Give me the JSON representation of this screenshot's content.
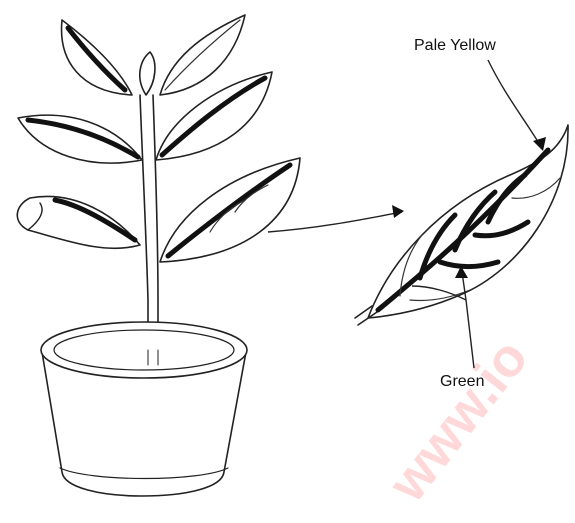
{
  "diagram": {
    "labels": {
      "pale_yellow": "Pale Yellow",
      "green": "Green"
    },
    "watermark": "www.io",
    "colors": {
      "ink": "#222222",
      "background": "#ffffff",
      "watermark": "#ffd9d9"
    }
  }
}
